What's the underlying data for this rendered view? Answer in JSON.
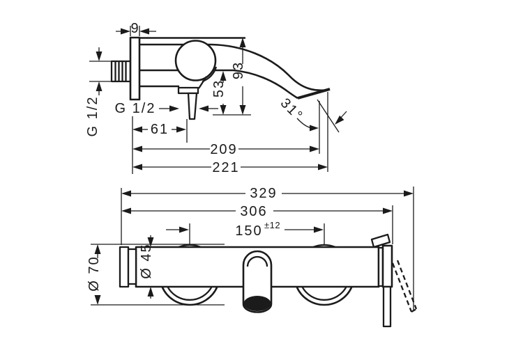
{
  "drawing": {
    "type": "technical-dimension-drawing",
    "subject": "wall-mounted single lever bath mixer, side view and front view",
    "colors": {
      "ink": "#1b1b1b",
      "background": "#ffffff"
    }
  },
  "side_view": {
    "plate_depth": "9",
    "inlet_thread": "G 1/2",
    "outlet_thread": "G 1/2",
    "outlet_offset": "61",
    "spout_reach": "209",
    "total_reach": "221",
    "outlet_height": "53",
    "total_height": "93",
    "spout_angle": "31°"
  },
  "front_view": {
    "total_width": "329",
    "body_width": "306",
    "connection_centers": "150",
    "connection_tolerance": "±12",
    "body_diameter": "Ø 45",
    "escutcheon_diameter": "Ø 70"
  }
}
